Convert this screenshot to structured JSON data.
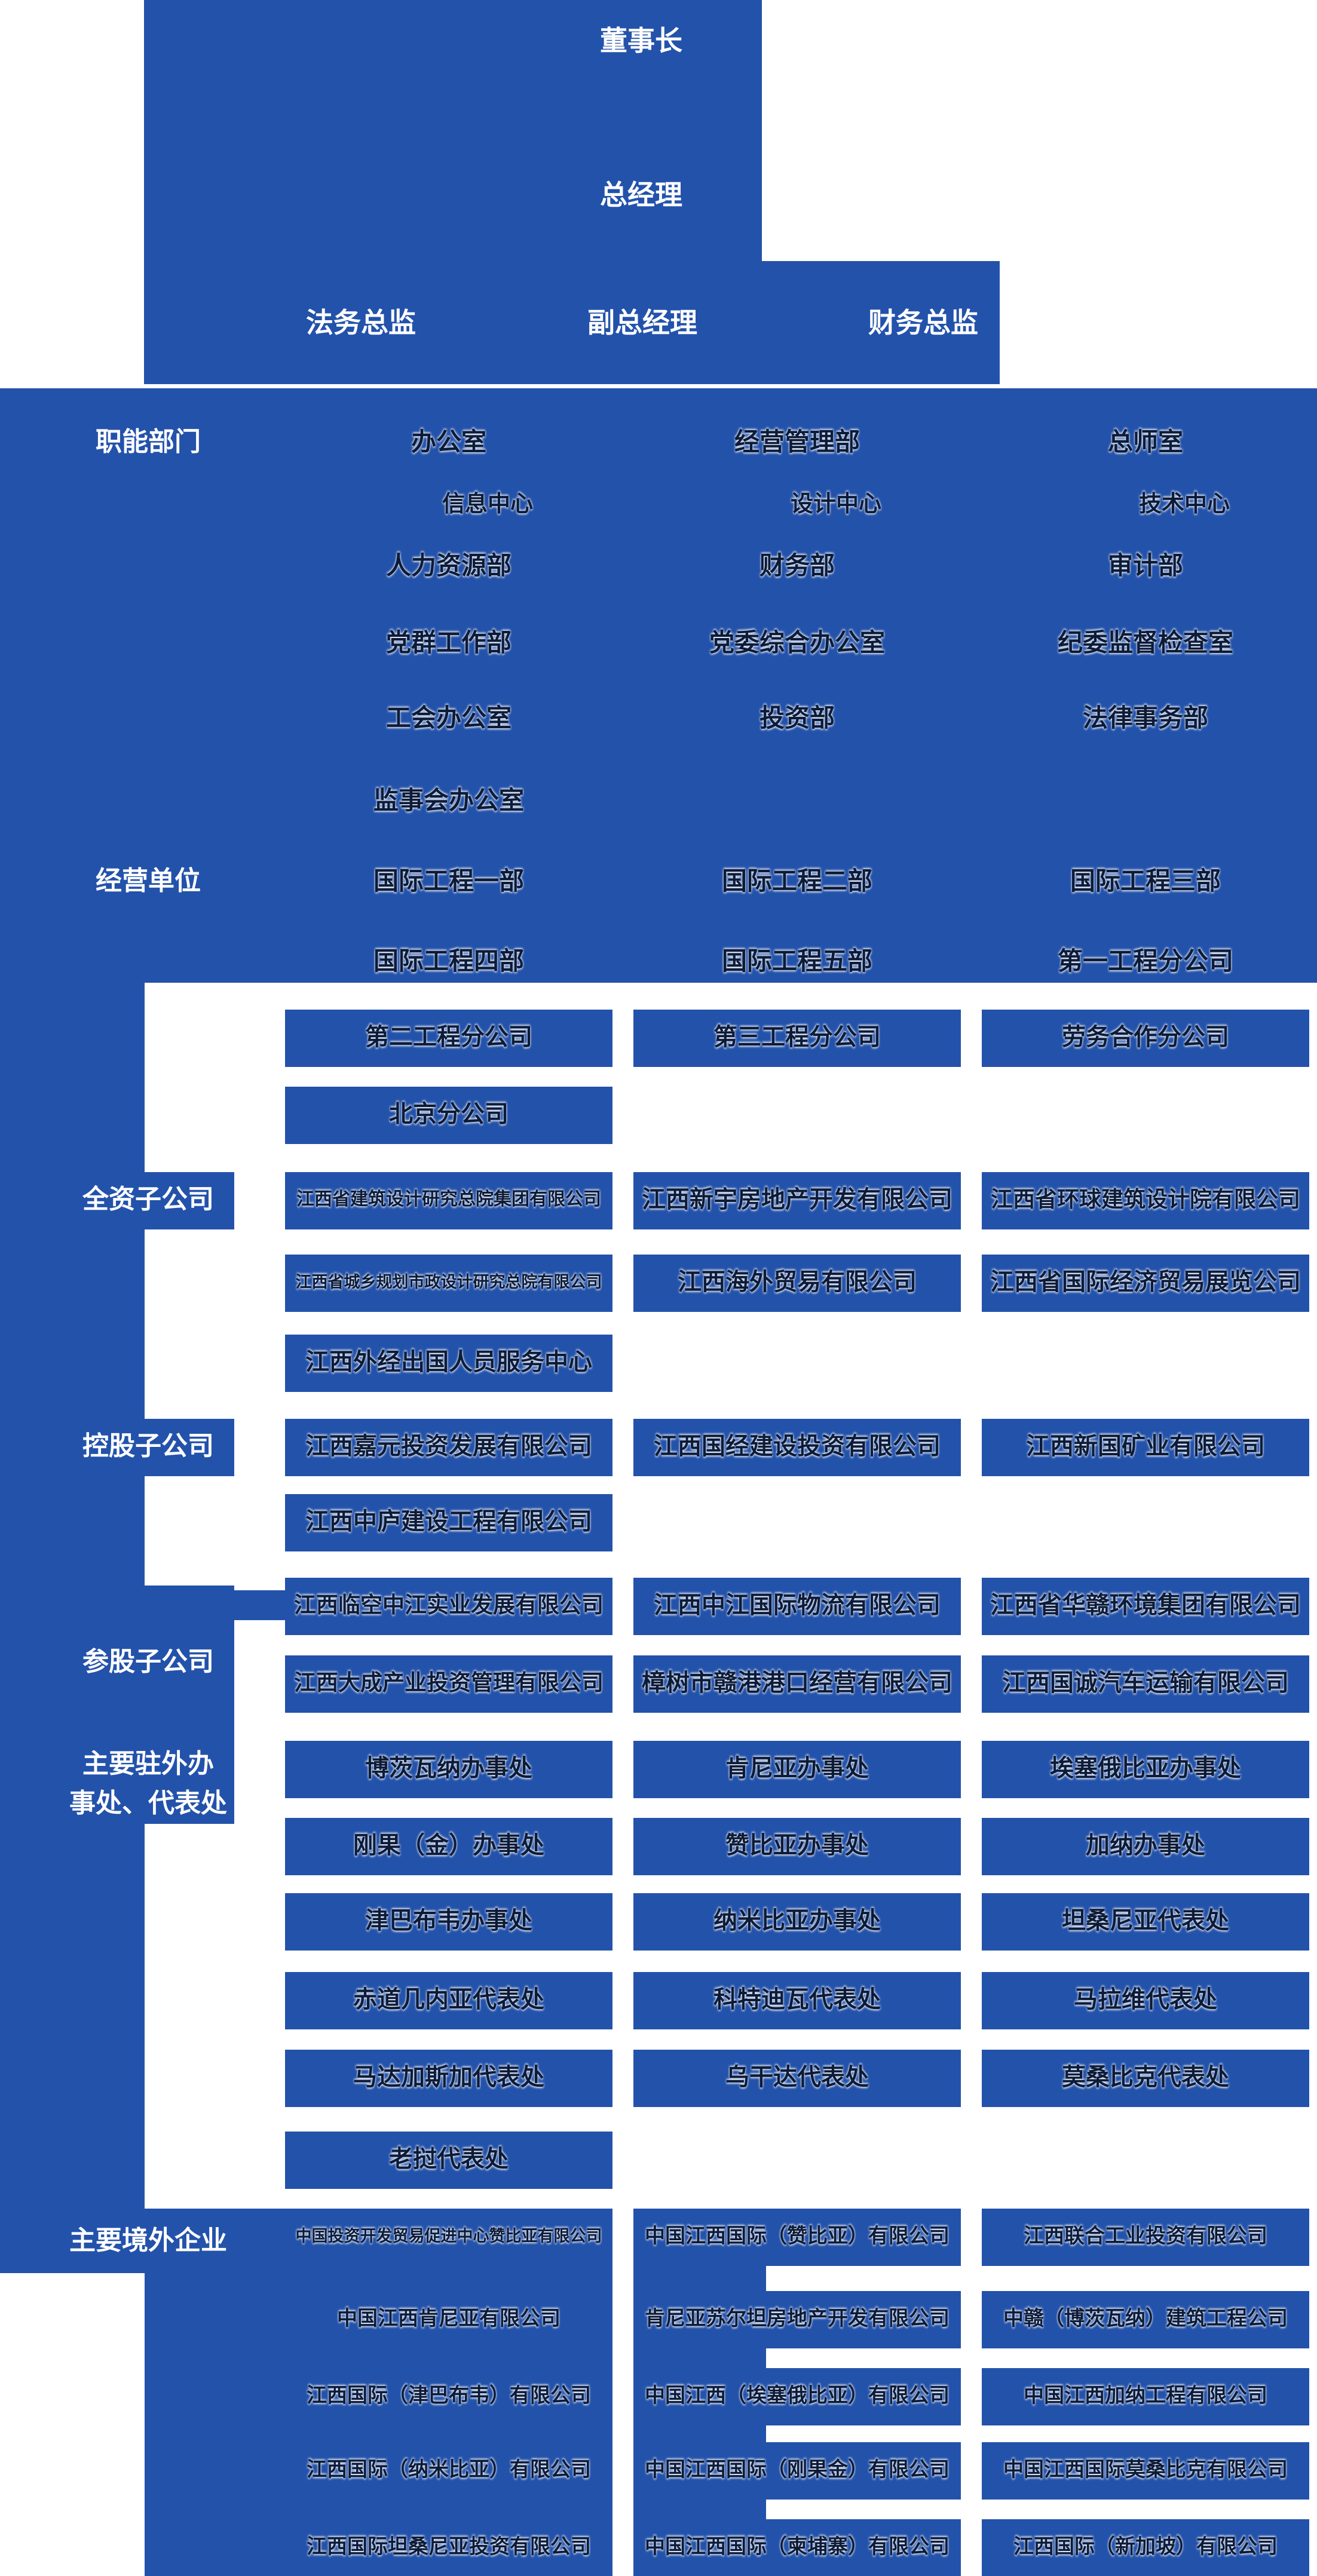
{
  "org": {
    "colors": {
      "primary": "#2352ab",
      "dark_text": "#0c1b38"
    },
    "top": {
      "chairman": "董事长",
      "general_manager": "总经理",
      "directors": [
        "法务总监",
        "副总经理",
        "财务总监"
      ]
    },
    "sections": [
      {
        "label": "职能部门",
        "rows": [
          [
            "办公室",
            "经营管理部",
            "总师室"
          ],
          [
            "信息中心",
            "设计中心",
            "技术中心"
          ],
          [
            "人力资源部",
            "财务部",
            "审计部"
          ],
          [
            "党群工作部",
            "党委综合办公室",
            "纪委监督检查室"
          ],
          [
            "工会办公室",
            "投资部",
            "法律事务部"
          ],
          [
            "监事会办公室",
            null,
            null
          ]
        ]
      },
      {
        "label": "经营单位",
        "rows": [
          [
            "国际工程一部",
            "国际工程二部",
            "国际工程三部"
          ],
          [
            "国际工程四部",
            "国际工程五部",
            "第一工程分公司"
          ],
          [
            "第二工程分公司",
            "第三工程分公司",
            "劳务合作分公司"
          ],
          [
            "北京分公司",
            null,
            null
          ]
        ]
      },
      {
        "label": "全资子公司",
        "rows": [
          [
            "江西省建筑设计研究总院集团有限公司",
            "江西新宇房地产开发有限公司",
            "江西省环球建筑设计院有限公司"
          ],
          [
            "江西省城乡规划市政设计研究总院有限公司",
            "江西海外贸易有限公司",
            "江西省国际经济贸易展览公司"
          ],
          [
            "江西外经出国人员服务中心",
            null,
            null
          ]
        ]
      },
      {
        "label": "控股子公司",
        "rows": [
          [
            "江西嘉元投资发展有限公司",
            "江西国经建设投资有限公司",
            "江西新国矿业有限公司"
          ],
          [
            "江西中庐建设工程有限公司",
            null,
            null
          ]
        ]
      },
      {
        "label": "参股子公司",
        "rows": [
          [
            "江西临空中江实业发展有限公司",
            "江西中江国际物流有限公司",
            "江西省华赣环境集团有限公司"
          ],
          [
            "江西大成产业投资管理有限公司",
            "樟树市赣港港口经营有限公司",
            "江西国诚汽车运输有限公司"
          ]
        ]
      },
      {
        "label": "主要驻外办事处、代表处",
        "label_lines": [
          "主要驻外办",
          "事处、代表处"
        ],
        "rows": [
          [
            "博茨瓦纳办事处",
            "肯尼亚办事处",
            "埃塞俄比亚办事处"
          ],
          [
            "刚果（金）办事处",
            "赞比亚办事处",
            "加纳办事处"
          ],
          [
            "津巴布韦办事处",
            "纳米比亚办事处",
            "坦桑尼亚代表处"
          ],
          [
            "赤道几内亚代表处",
            "科特迪瓦代表处",
            "马拉维代表处"
          ],
          [
            "马达加斯加代表处",
            "乌干达代表处",
            "莫桑比克代表处"
          ],
          [
            "老挝代表处",
            null,
            null
          ]
        ]
      },
      {
        "label": "主要境外企业",
        "rows": [
          [
            "中国投资开发贸易促进中心赞比亚有限公司",
            "中国江西国际（赞比亚）有限公司",
            "江西联合工业投资有限公司"
          ],
          [
            "中国江西肯尼亚有限公司",
            "肯尼亚苏尔坦房地产开发有限公司",
            "中赣（博茨瓦纳）建筑工程公司"
          ],
          [
            "江西国际（津巴布韦）有限公司",
            "中国江西（埃塞俄比亚）有限公司",
            "中国江西加纳工程有限公司"
          ],
          [
            "江西国际（纳米比亚）有限公司",
            "中国江西国际（刚果金）有限公司",
            "中国江西国际莫桑比克有限公司"
          ],
          [
            "江西国际坦桑尼亚投资有限公司",
            "中国江西国际（柬埔寨）有限公司",
            "江西国际（新加坡）有限公司"
          ]
        ]
      }
    ]
  }
}
